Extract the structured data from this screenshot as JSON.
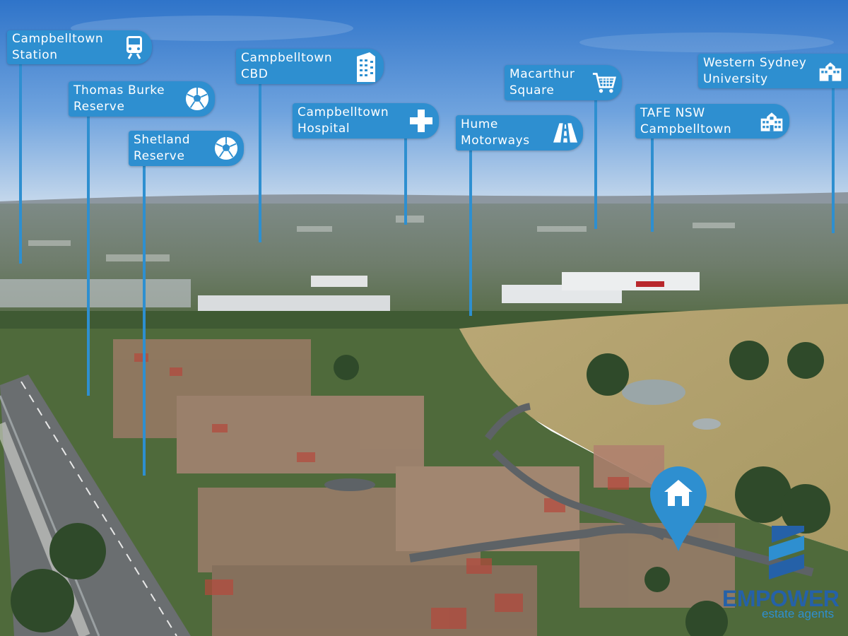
{
  "landmarks": [
    {
      "id": "campbelltown-station",
      "label": "Campbelltown\nStation",
      "icon": "train-icon"
    },
    {
      "id": "thomas-burke-reserve",
      "label": "Thomas Burke\nReserve",
      "icon": "soccer-ball-icon"
    },
    {
      "id": "shetland-reserve",
      "label": "Shetland\nReserve",
      "icon": "soccer-ball-icon"
    },
    {
      "id": "campbelltown-cbd",
      "label": "Campbelltown\nCBD",
      "icon": "building-icon"
    },
    {
      "id": "campbelltown-hospital",
      "label": "Campbelltown\nHospital",
      "icon": "hospital-cross-icon"
    },
    {
      "id": "hume-motorways",
      "label": "Hume\nMotorways",
      "icon": "road-icon"
    },
    {
      "id": "macarthur-square",
      "label": "Macarthur\nSquare",
      "icon": "shopping-cart-icon"
    },
    {
      "id": "tafe-nsw-campbelltown",
      "label": "TAFE NSW\nCampbelltown",
      "icon": "school-icon"
    },
    {
      "id": "western-sydney-university",
      "label": "Western Sydney\nUniversity",
      "icon": "school-icon"
    }
  ],
  "property_marker": {
    "icon": "home-pin-icon"
  },
  "branding": {
    "name": "EMPOWER",
    "tagline": "estate agents",
    "icon": "empower-logo-icon"
  },
  "colors": {
    "label_bg": "#2e8fd0",
    "brand_blue": "#2561a8"
  }
}
